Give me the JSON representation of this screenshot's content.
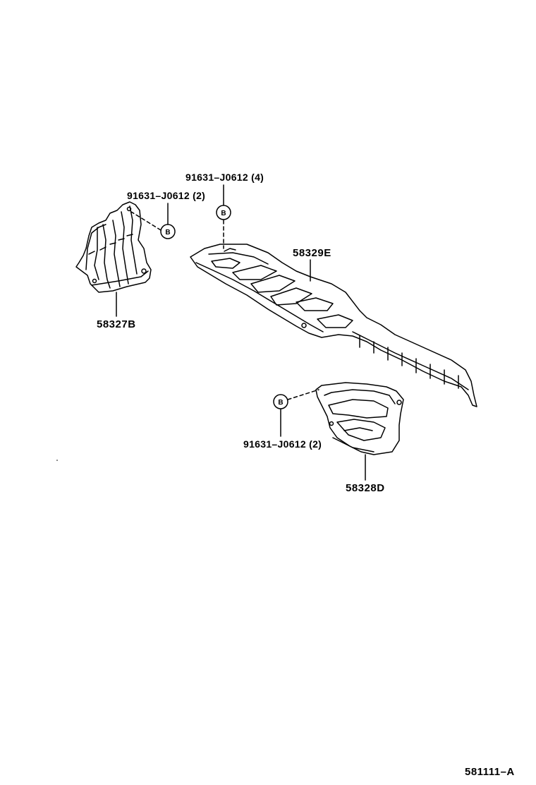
{
  "parts": {
    "p58327b": "58327B",
    "p58329e": "58329E",
    "p58328d": "58328D"
  },
  "fasteners": {
    "top_center": "91631–J0612 (4)",
    "top_left": "91631–J0612 (2)",
    "bottom": "91631–J0612 (2)",
    "marker": "B"
  },
  "footer": {
    "figure_code": "581111–A"
  }
}
